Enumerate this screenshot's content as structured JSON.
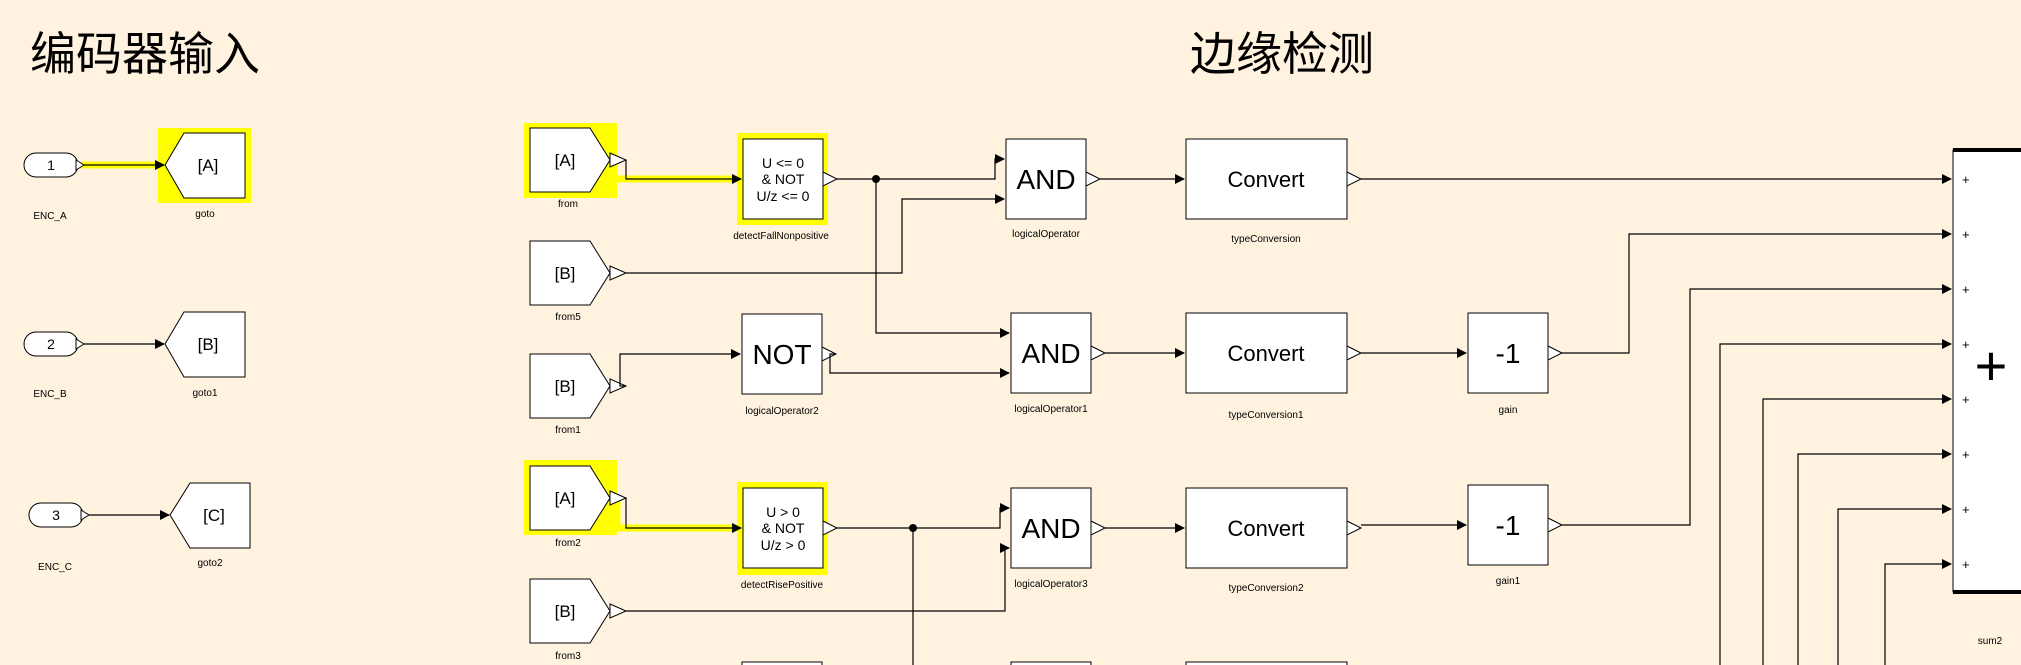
{
  "titles": {
    "left": "编码器输入",
    "center": "边缘检测"
  },
  "inports": [
    {
      "number": "1",
      "name": "ENC_A"
    },
    {
      "number": "2",
      "name": "ENC_B"
    },
    {
      "number": "3",
      "name": "ENC_C"
    }
  ],
  "gotos": [
    {
      "tag": "[A]",
      "name": "goto"
    },
    {
      "tag": "[B]",
      "name": "goto1"
    },
    {
      "tag": "[C]",
      "name": "goto2"
    }
  ],
  "froms": [
    {
      "tag": "[A]",
      "name": "from"
    },
    {
      "tag": "[B]",
      "name": "from5"
    },
    {
      "tag": "[B]",
      "name": "from1"
    },
    {
      "tag": "[A]",
      "name": "from2"
    },
    {
      "tag": "[B]",
      "name": "from3"
    }
  ],
  "detectors": [
    {
      "line1": "U <= 0",
      "line2": "& NOT",
      "line3": "U/z <= 0",
      "name": "detectFallNonpositive"
    },
    {
      "line1": "U > 0",
      "line2": "& NOT",
      "line3": "U/z > 0",
      "name": "detectRisePositive"
    }
  ],
  "not_block": {
    "text": "NOT",
    "name": "logicalOperator2"
  },
  "and_blocks": [
    {
      "text": "AND",
      "name": "logicalOperator"
    },
    {
      "text": "AND",
      "name": "logicalOperator1"
    },
    {
      "text": "AND",
      "name": "logicalOperator3"
    }
  ],
  "converts": [
    {
      "text": "Convert",
      "name": "typeConversion"
    },
    {
      "text": "Convert",
      "name": "typeConversion1"
    },
    {
      "text": "Convert",
      "name": "typeConversion2"
    }
  ],
  "gains": [
    {
      "text": "-1",
      "name": "gain"
    },
    {
      "text": "-1",
      "name": "gain1"
    }
  ],
  "sum": {
    "symbol": "+",
    "name": "sum2",
    "input_sign": "+"
  },
  "colors": {
    "background": "#FFF3E0",
    "highlight": "#FFFF00"
  }
}
